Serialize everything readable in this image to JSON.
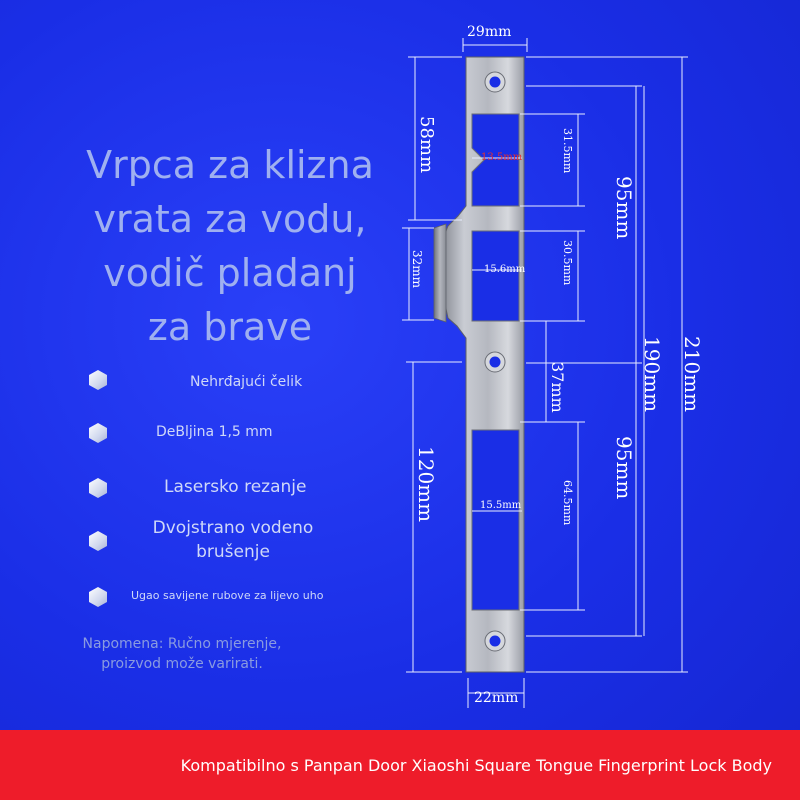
{
  "headline": {
    "lines": [
      "Vrpca za klizna",
      "vrata za vodu,",
      "vodič pladanj",
      "za brave"
    ]
  },
  "features": [
    {
      "label": "Nehrđajući čelik"
    },
    {
      "label": "DeBljina 1,5 mm"
    },
    {
      "label": "Lasersko rezanje"
    },
    {
      "label": "Dvojstrano vodeno",
      "label2": "brušenje"
    },
    {
      "label": "Ugao savijene rubove za lijevo uho"
    }
  ],
  "note": {
    "line1": "Napomena: Ručno mjerenje,",
    "line2": "proizvod može varirati."
  },
  "dimensions": {
    "top_width": "29mm",
    "bottom_width": "22mm",
    "seg_58": "58mm",
    "seg_32": "32mm",
    "seg_120": "120mm",
    "slot1_width": "13.5mm",
    "slot1_height": "31.5mm",
    "slot2_width": "15.6mm",
    "slot2_height": "30.5mm",
    "slot3_width": "15.5mm",
    "slot3_height": "64.5mm",
    "span_95_top": "95mm",
    "span_37": "37mm",
    "span_95_bottom": "95mm",
    "span_190": "190mm",
    "span_210": "210mm"
  },
  "footer": {
    "text": "Kompatibilno s Panpan Door Xiaoshi Square Tongue Fingerprint Lock Body"
  },
  "colors": {
    "background": "#1a2ee6",
    "footer": "#ee1c2a",
    "slot1_label": "#e63030"
  }
}
